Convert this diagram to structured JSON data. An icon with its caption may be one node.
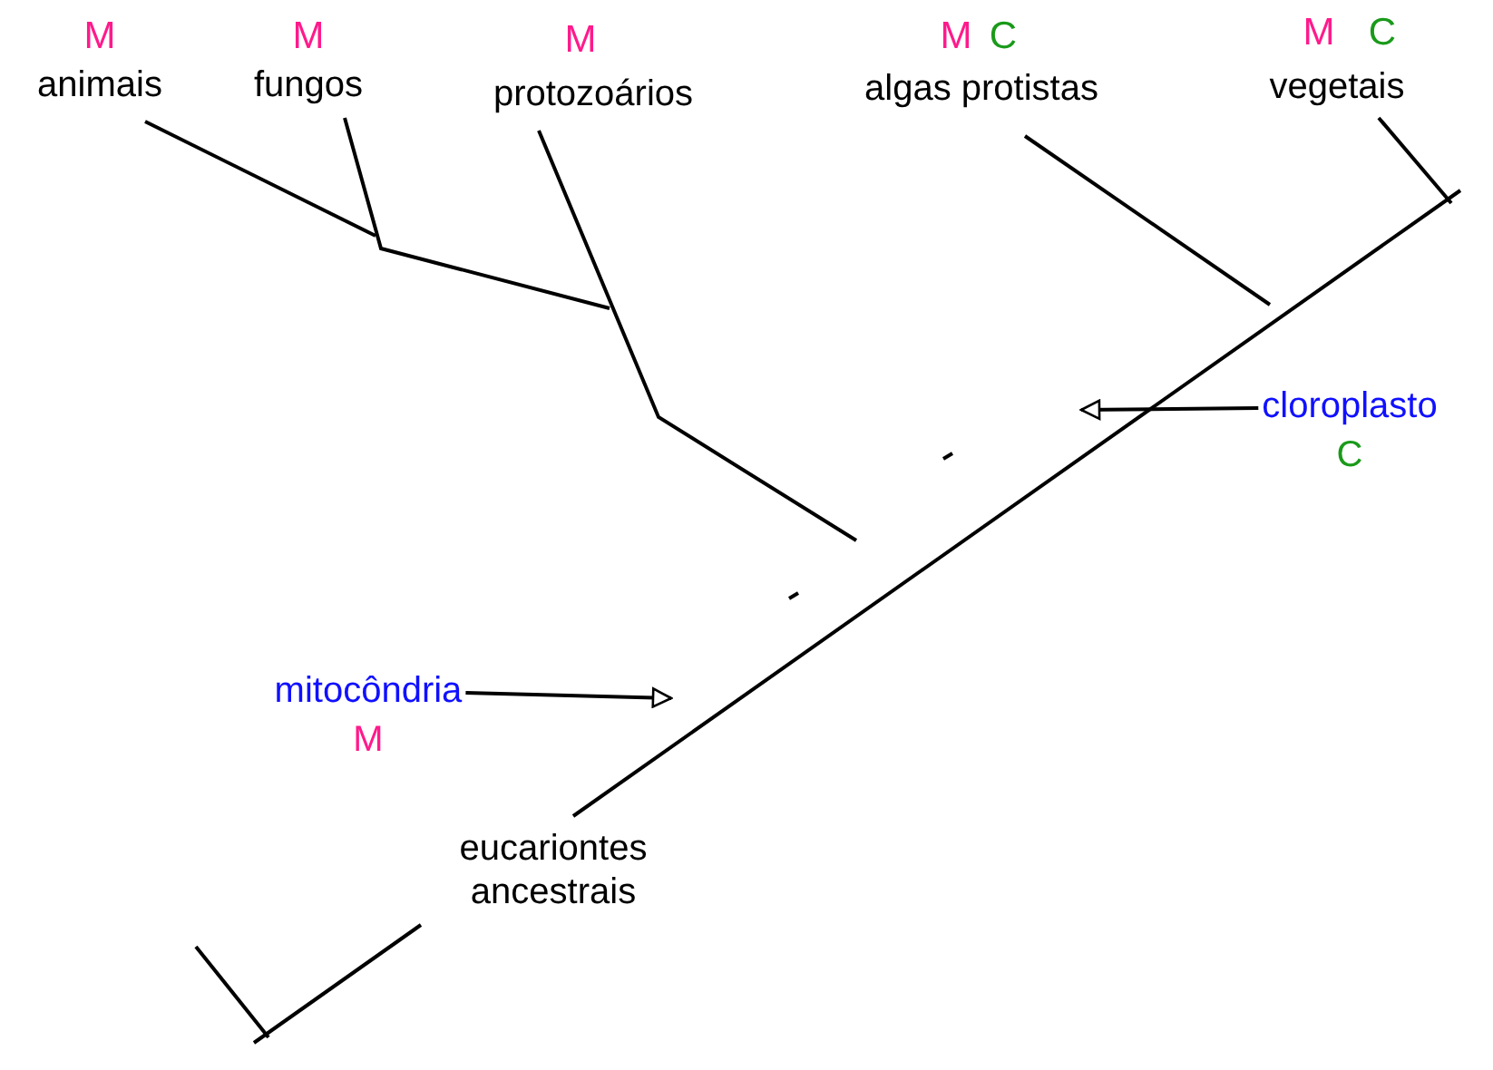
{
  "diagram": {
    "nodes": [
      {
        "text": [
          "mitocôndria",
          "M"
        ]
      },
      {
        "text": [
          "cloroplasto",
          "C"
        ]
      }
    ],
    "edges": [
      {
        "from": 0,
        "to": null,
        "arrow": "to"
      },
      {
        "from": 1,
        "to": null,
        "arrow": "to"
      }
    ],
    "labels": [
      "M",
      "animais",
      "M",
      "fungos",
      "M",
      "protozoários",
      "M",
      "C",
      "algas protistas",
      "M",
      "C",
      "vegetais",
      "eucariontes ancestrais"
    ]
  }
}
